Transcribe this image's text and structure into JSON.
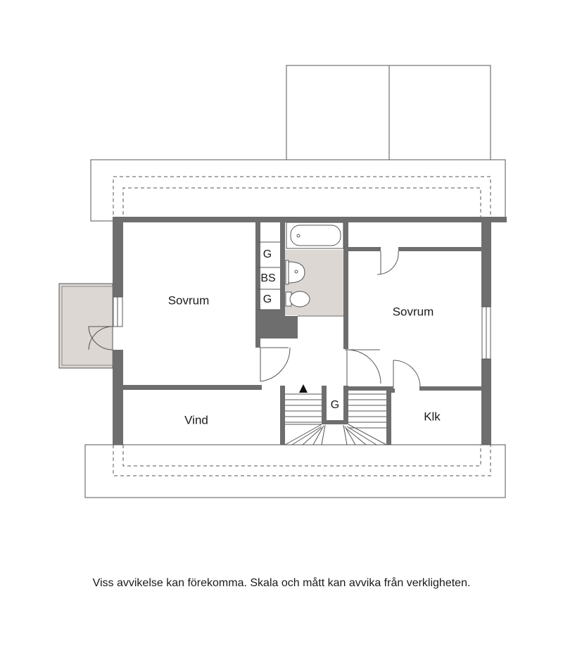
{
  "rooms": {
    "bedroom_left": "Sovrum",
    "bedroom_right": "Sovrum",
    "attic": "Vind",
    "closet_main": "Klk"
  },
  "fixtures": {
    "wardrobe_top": "G",
    "linen_closet": "BS",
    "wardrobe_bottom": "G",
    "stair_wardrobe": "G"
  },
  "disclaimer": "Viss avvikelse kan förekomma. Skala och mått kan avvika från verkligheten.",
  "colors": {
    "wall": "#6e6e6e",
    "bathroom_floor": "#ddd7d3",
    "balcony_floor": "#ddd7d3",
    "line": "#555555"
  }
}
